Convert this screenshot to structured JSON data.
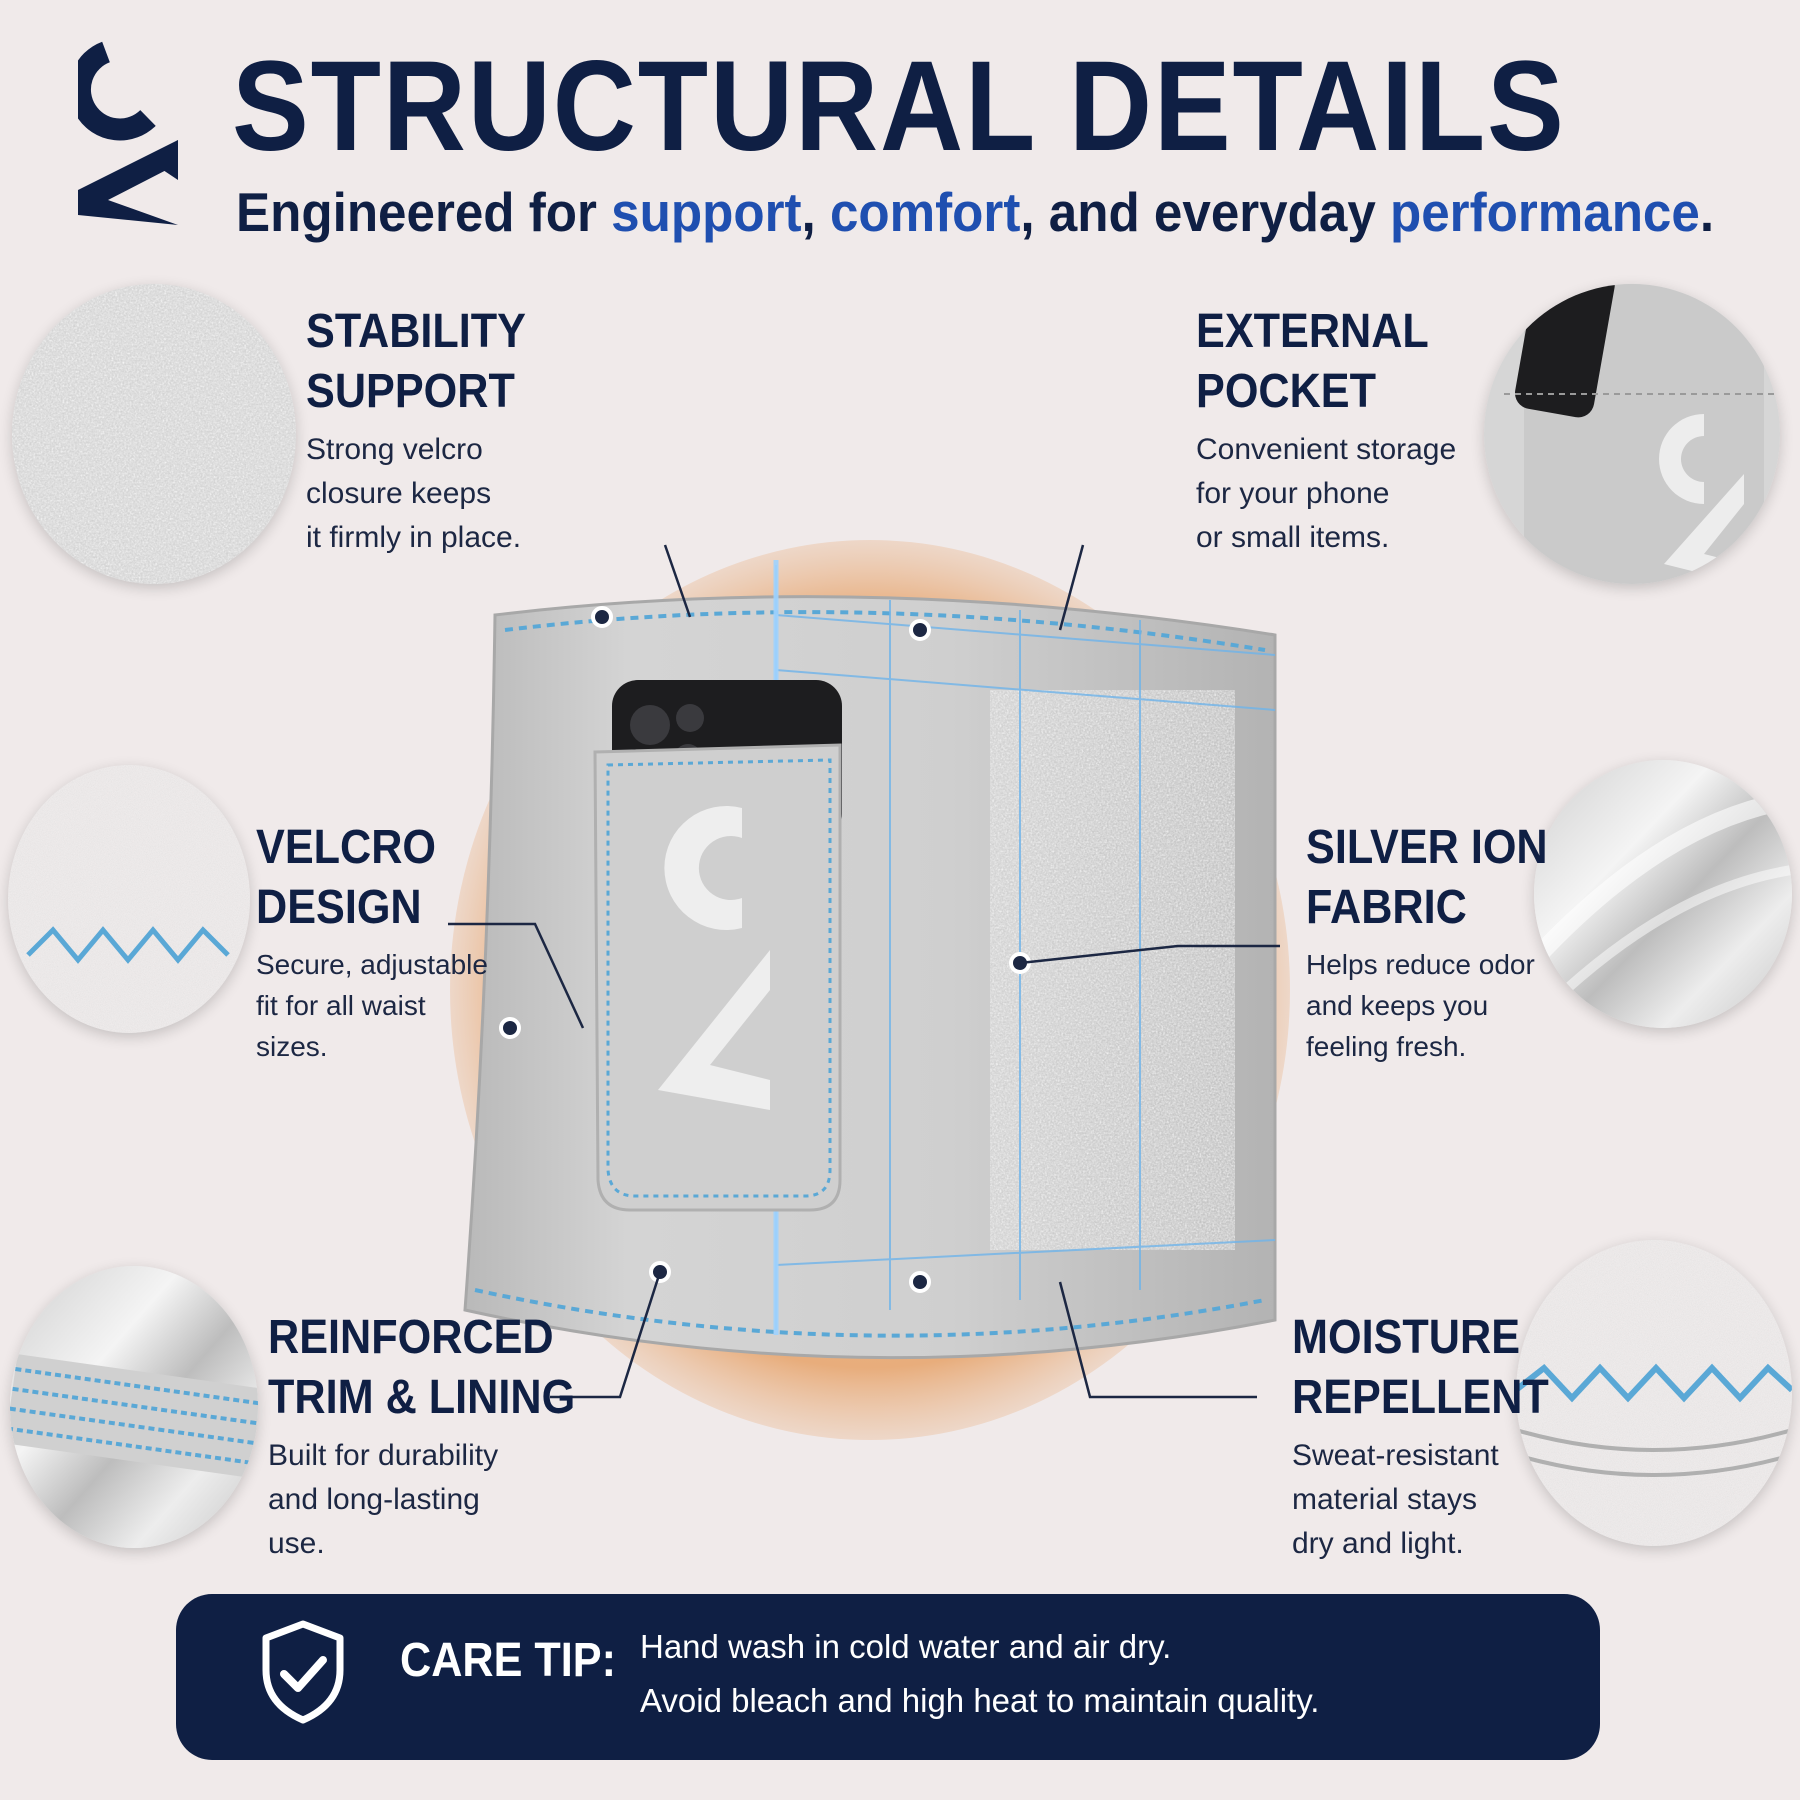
{
  "header": {
    "title": "STRUCTURAL DETAILS",
    "subtitle": {
      "part1": "Engineered for ",
      "hl1": "support",
      "sep1": ", ",
      "hl2": "comfort",
      "part2": ", and everyday ",
      "hl3": "performance",
      "end": "."
    }
  },
  "features": {
    "stability": {
      "title_l1": "STABILITY",
      "title_l2": "SUPPORT",
      "desc_l1": "Strong velcro",
      "desc_l2": "closure keeps",
      "desc_l3": "it firmly in place."
    },
    "pocket": {
      "title_l1": "EXTERNAL",
      "title_l2": "POCKET",
      "desc_l1": "Convenient storage",
      "desc_l2": "for your phone",
      "desc_l3": "or small items."
    },
    "velcro": {
      "title_l1": "VELCRO",
      "title_l2": "DESIGN",
      "desc_l1": "Secure, adjustable",
      "desc_l2": "fit for all waist",
      "desc_l3": "sizes."
    },
    "silver": {
      "title_l1": "SILVER ION",
      "title_l2": "FABRIC",
      "desc_l1": "Helps reduce odor",
      "desc_l2": "and keeps you",
      "desc_l3": "feeling fresh."
    },
    "trim": {
      "title_l1": "REINFORCED",
      "title_l2": "TRIM & LINING",
      "desc_l1": "Built for durability",
      "desc_l2": "and long-lasting",
      "desc_l3": "use."
    },
    "moisture": {
      "title_l1": "MOISTURE",
      "title_l2": "REPELLENT",
      "desc_l1": "Sweat-resistant",
      "desc_l2": "material stays",
      "desc_l3": "dry and light."
    }
  },
  "care": {
    "title": "CARE TIP:",
    "line1": "Hand wash in cold water and air dry.",
    "line2": "Avoid bleach and high heat to maintain quality."
  },
  "colors": {
    "navy": "#0f1f44",
    "accent_blue": "#1f4fb0",
    "stitch_blue": "#5aa8d6",
    "belt_gray": "#c9c9c9",
    "background": "#f0eaea"
  },
  "icons": {
    "logo": "ca-logo",
    "shield": "shield-check-icon"
  }
}
